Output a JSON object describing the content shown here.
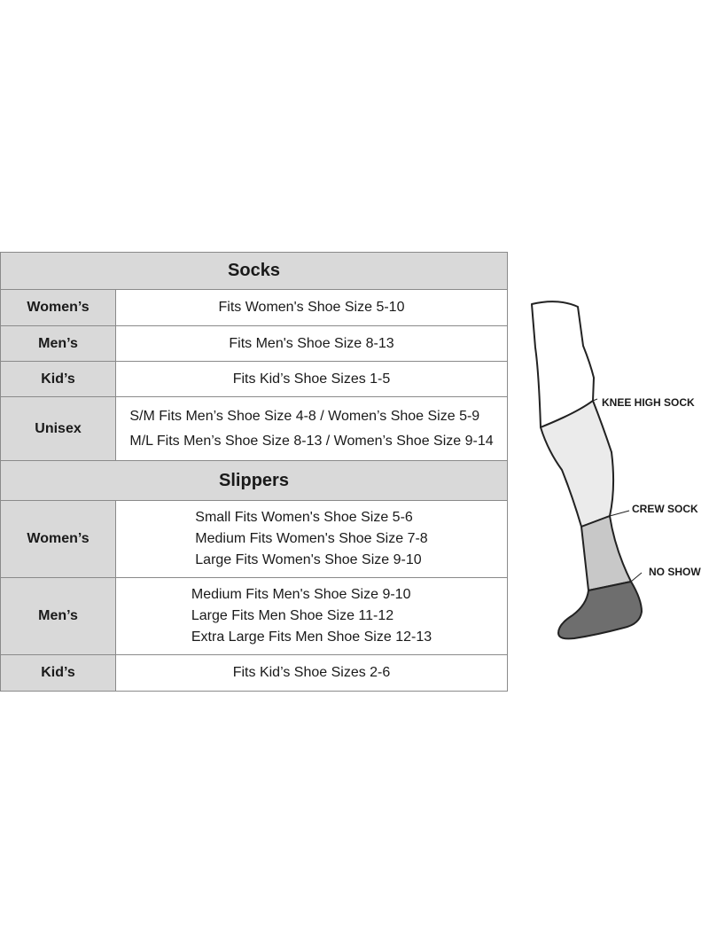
{
  "socks": {
    "title": "Socks",
    "rows": [
      {
        "label": "Women’s",
        "lines": [
          "Fits Women's Shoe Size 5-10"
        ]
      },
      {
        "label": "Men’s",
        "lines": [
          "Fits Men's Shoe Size 8-13"
        ]
      },
      {
        "label": "Kid’s",
        "lines": [
          "Fits  Kid’s Shoe Sizes 1-5"
        ]
      },
      {
        "label": "Unisex",
        "lines": [
          "S/M Fits Men’s Shoe Size 4-8 / Women’s Shoe Size 5-9",
          "M/L Fits Men’s Shoe Size 8-13 / Women’s Shoe Size 9-14"
        ]
      }
    ]
  },
  "slippers": {
    "title": "Slippers",
    "rows": [
      {
        "label": "Women’s",
        "lines": [
          "Small Fits Women's Shoe Size 5-6",
          "Medium Fits Women's Shoe Size 7-8",
          "Large Fits Women's Shoe Size 9-10"
        ]
      },
      {
        "label": "Men’s",
        "lines": [
          "Medium Fits Men's Shoe Size 9-10",
          "Large Fits Men Shoe Size 11-12",
          "Extra Large Fits Men Shoe Size 12-13"
        ]
      },
      {
        "label": "Kid’s",
        "lines": [
          "Fits  Kid’s Shoe Sizes 2-6"
        ]
      }
    ]
  },
  "diagram": {
    "knee_high_label": "KNEE HIGH SOCK",
    "crew_label": "CREW SOCK",
    "no_show_label": "NO SHOW"
  },
  "colors": {
    "header_gray": "#d9d9d9",
    "knee_fill": "#ebebeb",
    "crew_fill": "#c8c8c8",
    "no_show_fill": "#6e6e6e",
    "outline": "#222222"
  }
}
